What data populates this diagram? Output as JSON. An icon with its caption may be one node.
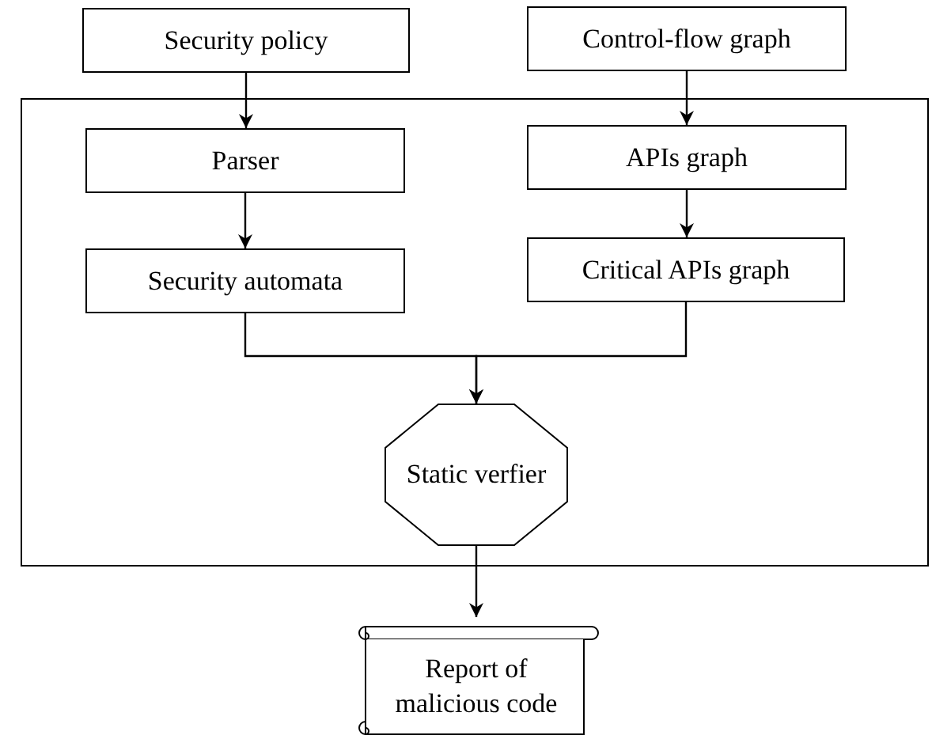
{
  "diagram": {
    "nodes": [
      {
        "text": [
          "Security policy"
        ]
      },
      {
        "text": [
          "Control-flow graph"
        ]
      },
      {
        "text": [],
        "shape": "box"
      },
      {
        "text": [
          "Parser"
        ],
        "in": 2
      },
      {
        "text": [
          "APIs graph"
        ],
        "in": 2
      },
      {
        "text": [
          "Security automata"
        ],
        "in": 2
      },
      {
        "text": [
          "Critical APIs graph"
        ],
        "in": 2
      },
      {
        "text": [
          "Static verfier"
        ],
        "in": 2
      },
      {
        "text": [
          "Report of malicious code"
        ]
      }
    ],
    "edges": [
      {
        "from": 0,
        "to": 3,
        "arrow": "to"
      },
      {
        "from": 1,
        "to": 4,
        "arrow": "to"
      },
      {
        "from": 3,
        "to": 5,
        "arrow": "to"
      },
      {
        "from": 4,
        "to": 6,
        "arrow": "to"
      },
      {
        "from": 5,
        "to": 7,
        "arrow": "to"
      },
      {
        "from": 6,
        "to": 7,
        "arrow": "to"
      },
      {
        "from": 7,
        "to": 8,
        "arrow": "to"
      }
    ]
  }
}
